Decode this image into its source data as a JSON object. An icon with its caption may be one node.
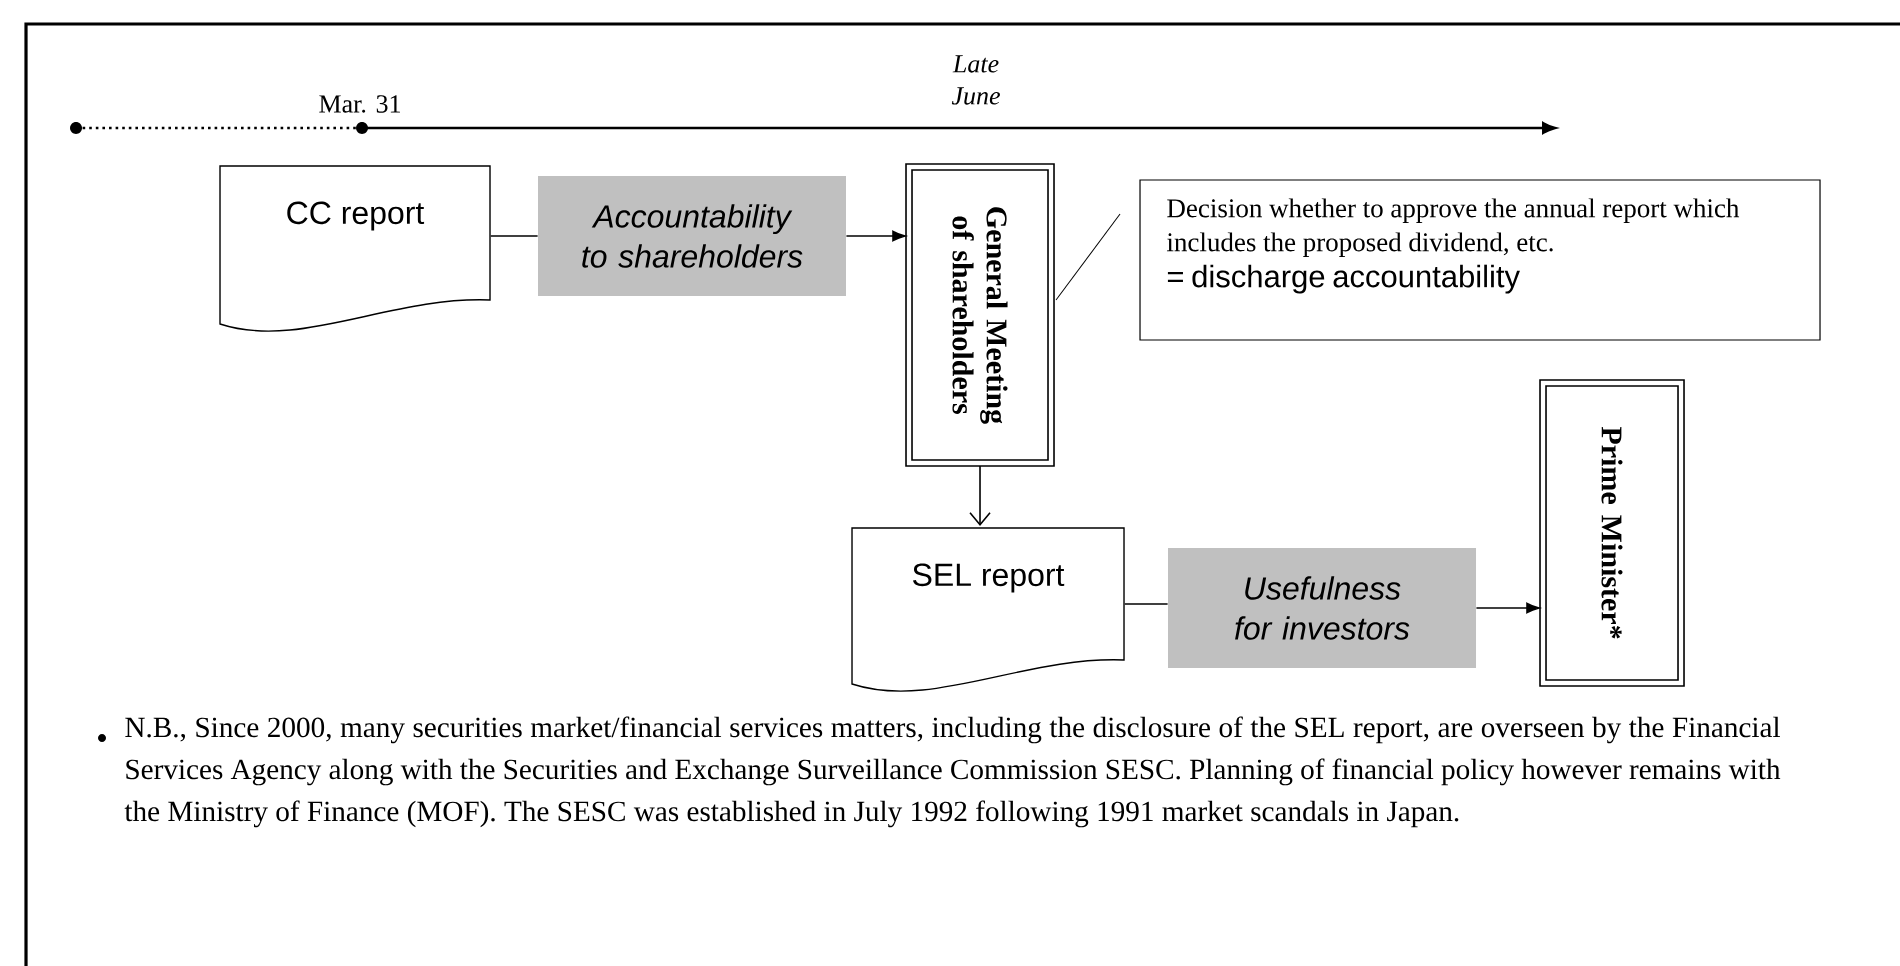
{
  "diagram": {
    "nodes": [
      {
        "text": [
          "CC report"
        ]
      },
      {
        "text": [
          "Accountability to shareholders"
        ]
      },
      {
        "text": [
          "General Meeting of shareholders"
        ]
      },
      {
        "text": [
          "Decision whether to approve the annual report which includes the proposed dividend, etc.",
          "= discharge accountability"
        ]
      },
      {
        "text": [
          "SEL report"
        ]
      },
      {
        "text": [
          "Usefulness for investors"
        ]
      },
      {
        "text": [
          "Prime Minister*"
        ]
      }
    ],
    "edges": [
      {
        "from": 0,
        "to": 1,
        "arrow": "none"
      },
      {
        "from": 1,
        "to": 2,
        "arrow": "to"
      },
      {
        "from": 3,
        "to": 2,
        "arrow": "none"
      },
      {
        "from": 2,
        "to": 4,
        "arrow": "to"
      },
      {
        "from": 4,
        "to": 5,
        "arrow": "none"
      },
      {
        "from": 5,
        "to": 6,
        "arrow": "to"
      }
    ],
    "labels": [
      "Late June",
      "Mar. 31",
      "N.B., Since 2000, many securities market/financial services matters, including the disclosure of the SEL report, are overseen by the Financial Services Agency along with the Securities and Exchange Surveillance Commission SESC. Planning of financial policy however remains with the Ministry of Finance (MOF). The SESC was established in July 1992 following 1991 market scandals in Japan."
    ]
  }
}
